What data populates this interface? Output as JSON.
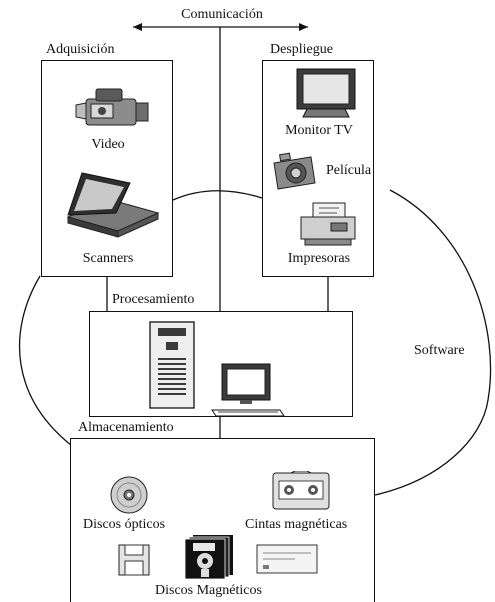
{
  "diagram": {
    "communication_label": "Comunicación",
    "software_label": "Software",
    "acquisition": {
      "title": "Adquisición",
      "items": [
        {
          "label": "Video",
          "icon": "video-camera-icon"
        },
        {
          "label": "Scanners",
          "icon": "flatbed-scanner-icon"
        }
      ]
    },
    "display": {
      "title": "Despliegue",
      "items": [
        {
          "label": "Monitor TV",
          "icon": "tv-monitor-icon"
        },
        {
          "label": "Película",
          "icon": "photo-camera-icon"
        },
        {
          "label": "Impresoras",
          "icon": "printer-icon"
        }
      ]
    },
    "processing": {
      "title": "Procesamiento",
      "items": [
        {
          "icon": "computer-tower-icon"
        },
        {
          "icon": "workstation-monitor-icon"
        }
      ]
    },
    "storage": {
      "title": "Almacenamiento",
      "items": [
        {
          "label": "Discos ópticos",
          "icon": "optical-disc-icon"
        },
        {
          "label": "Cintas magnéticas",
          "icon": "tape-cassette-icon"
        },
        {
          "label": "Discos Magnéticos",
          "icon": "floppy-disks-icon"
        }
      ]
    }
  }
}
